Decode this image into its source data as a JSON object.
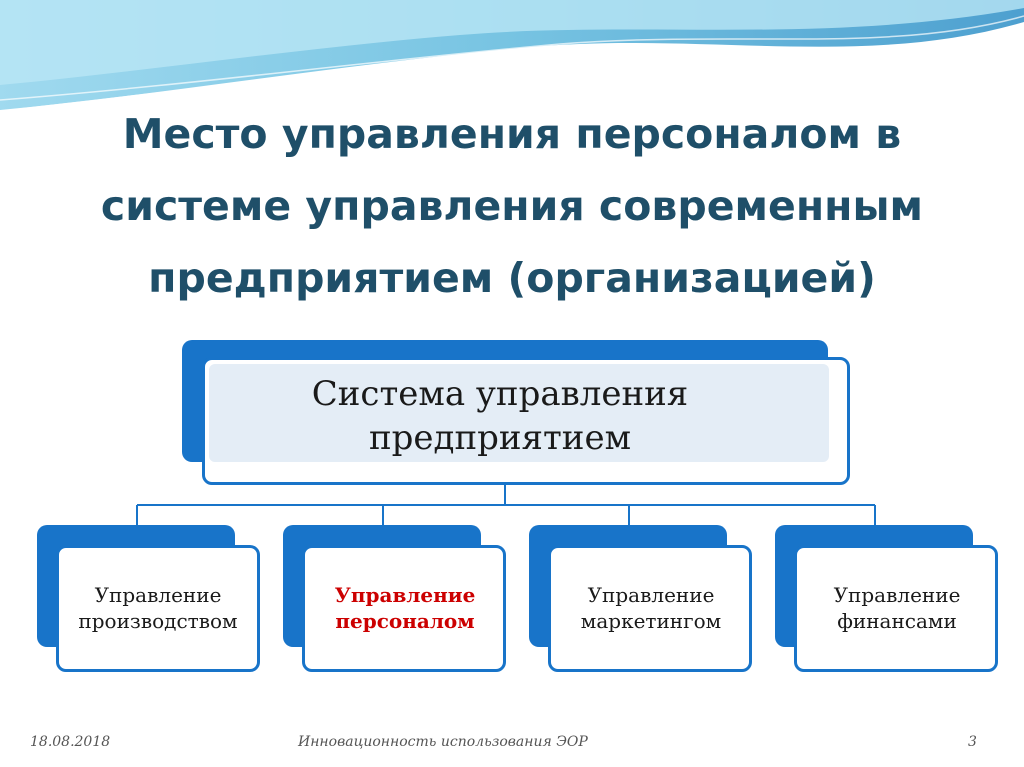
{
  "title": {
    "line1": "Место управления персоналом в",
    "line2": "системе управления современным",
    "line3": "предприятием (организацией)"
  },
  "diagram": {
    "root": {
      "line1": "Система управления",
      "line2": "предприятием"
    },
    "children": [
      {
        "line1": "Управление",
        "line2": "производством",
        "highlight": false
      },
      {
        "line1": "Управление",
        "line2": "персоналом",
        "highlight": true
      },
      {
        "line1": "Управление",
        "line2": "маркетингом",
        "highlight": false
      },
      {
        "line1": "Управление",
        "line2": "финансами",
        "highlight": false
      }
    ],
    "colors": {
      "box": "#1874c9",
      "highlight_text": "#cc0000",
      "title": "#1f4f69"
    }
  },
  "footer": {
    "date": "18.08.2018",
    "caption": "Инновационность использования ЭОР",
    "page_number": "3"
  }
}
